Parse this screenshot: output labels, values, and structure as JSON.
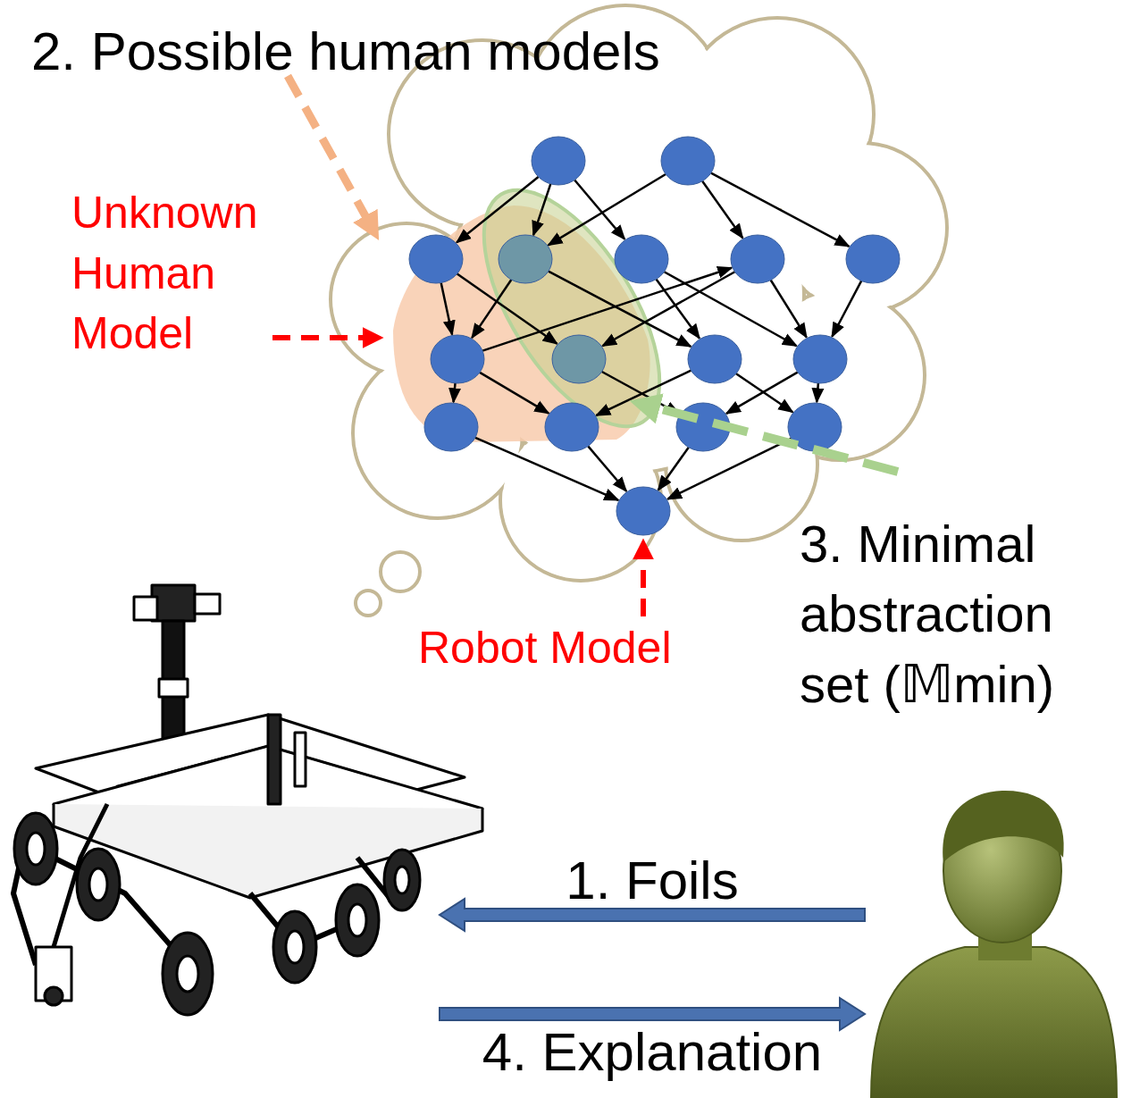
{
  "diagram": {
    "labels": [
      "2. Possible human models",
      "Unknown Human Model",
      "Robot Model",
      "3. Minimal abstraction set (𝕄min)",
      "1. Foils",
      "4. Explanation"
    ]
  }
}
